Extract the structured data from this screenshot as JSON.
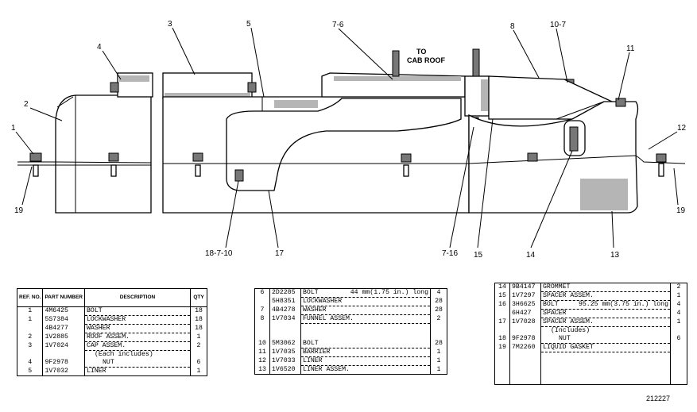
{
  "drawing": {
    "callouts": {
      "c1": "1",
      "c2": "2",
      "c3": "3",
      "c4": "4",
      "c5": "5",
      "c7_6": "7-6",
      "c8": "8",
      "c10_7": "10-7",
      "c11": "11",
      "c12": "12",
      "c19_left": "19",
      "c19_right": "19",
      "c18_7_10": "18-7-10",
      "c17": "17",
      "c7_16": "7-16",
      "c15": "15",
      "c14": "14",
      "c13": "13"
    },
    "note_line1": "TO",
    "note_line2": "CAB ROOF",
    "drawing_number": "212227"
  },
  "table1": {
    "headers": {
      "ref": "REF. NO.",
      "part": "PART NUMBER",
      "desc": "DESCRIPTION",
      "qty": "QTY"
    },
    "rows": [
      {
        "ref": "1",
        "part": "4M6425",
        "desc": "BOLT",
        "qty": "18"
      },
      {
        "ref": "1",
        "part": "5S7384",
        "desc": "LOCKWASHER",
        "qty": "18"
      },
      {
        "ref": "",
        "part": "4B4277",
        "desc": "WASHER",
        "qty": "18"
      },
      {
        "ref": "2",
        "part": "1V2885",
        "desc": "ROOF ASSEM.",
        "qty": "1"
      },
      {
        "ref": "3",
        "part": "1V7024",
        "desc": "CAP ASSEM.",
        "qty": "2"
      },
      {
        "ref": "",
        "part": "",
        "desc": "(Each includes)",
        "qty": ""
      },
      {
        "ref": "4",
        "part": "9F2978",
        "desc": "NUT",
        "qty": "6"
      },
      {
        "ref": "5",
        "part": "1V7032",
        "desc": "LINER",
        "qty": "1"
      }
    ]
  },
  "table2": {
    "rows": [
      {
        "ref": "6",
        "part": "2D2285",
        "desc": "BOLT",
        "extra": "44 mm(1.75 in.) long",
        "qty": "4"
      },
      {
        "ref": "",
        "part": "5H8351",
        "desc": "LOCKWASHER",
        "extra": "",
        "qty": "28"
      },
      {
        "ref": "7",
        "part": "4B4278",
        "desc": "WASHER",
        "extra": "",
        "qty": "28"
      },
      {
        "ref": "8",
        "part": "1V7034",
        "desc": "FUNNEL ASSEM.",
        "extra": "",
        "qty": "2"
      },
      {
        "ref": "",
        "part": "",
        "desc": "",
        "extra": "",
        "qty": ""
      },
      {
        "ref": "",
        "part": "",
        "desc": "",
        "extra": "",
        "qty": ""
      },
      {
        "ref": "10",
        "part": "5M3062",
        "desc": "BOLT",
        "extra": "",
        "qty": "28"
      },
      {
        "ref": "11",
        "part": "1V7035",
        "desc": "BARRIER",
        "extra": "",
        "qty": "1"
      },
      {
        "ref": "12",
        "part": "1V7033",
        "desc": "LINER",
        "extra": "",
        "qty": "1"
      },
      {
        "ref": "13",
        "part": "1V6520",
        "desc": "LINER ASSEM.",
        "extra": "",
        "qty": "1"
      }
    ]
  },
  "table3": {
    "rows": [
      {
        "ref": "14",
        "part": "9B4147",
        "desc": "GROMMET",
        "extra": "",
        "qty": "2"
      },
      {
        "ref": "15",
        "part": "1V7297",
        "desc": "SPACER ASSEM.",
        "extra": "",
        "qty": "1"
      },
      {
        "ref": "16",
        "part": "3H6625",
        "desc": "BOLT",
        "extra": "95.25 mm(3.75 in.) long",
        "qty": "4"
      },
      {
        "ref": "",
        "part": "6H427",
        "desc": "SPACER",
        "extra": "",
        "qty": "4"
      },
      {
        "ref": "17",
        "part": "1V7028",
        "desc": "SPACER ASSEM.",
        "extra": "",
        "qty": "1"
      },
      {
        "ref": "",
        "part": "",
        "desc": "(Includes)",
        "extra": "",
        "qty": ""
      },
      {
        "ref": "18",
        "part": "9F2978",
        "desc": "NUT",
        "extra": "",
        "qty": "6"
      },
      {
        "ref": "19",
        "part": "7M2260",
        "desc": "LIQUID GASKET",
        "extra": "",
        "qty": ""
      }
    ]
  }
}
